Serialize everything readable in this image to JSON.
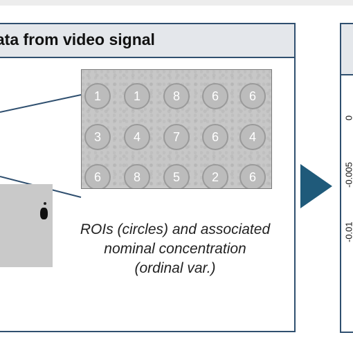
{
  "left_panel": {
    "title": "Extraction of image data from video signal",
    "caption_lines": [
      "ROIs (circles) and associated",
      "nominal concentration",
      "(ordinal var.)"
    ],
    "roi_grid": [
      [
        "1",
        "1",
        "8",
        "6",
        "6"
      ],
      [
        "3",
        "4",
        "7",
        "6",
        "4"
      ],
      [
        "6",
        "8",
        "5",
        "2",
        "6"
      ]
    ]
  },
  "right_panel": {
    "y_ticks": [
      "0",
      "-0.005",
      "-0.01"
    ]
  },
  "colors": {
    "frame": "#2f4f6f",
    "title_background": "#e4e7eb",
    "arrow": "#1f5a7a"
  }
}
